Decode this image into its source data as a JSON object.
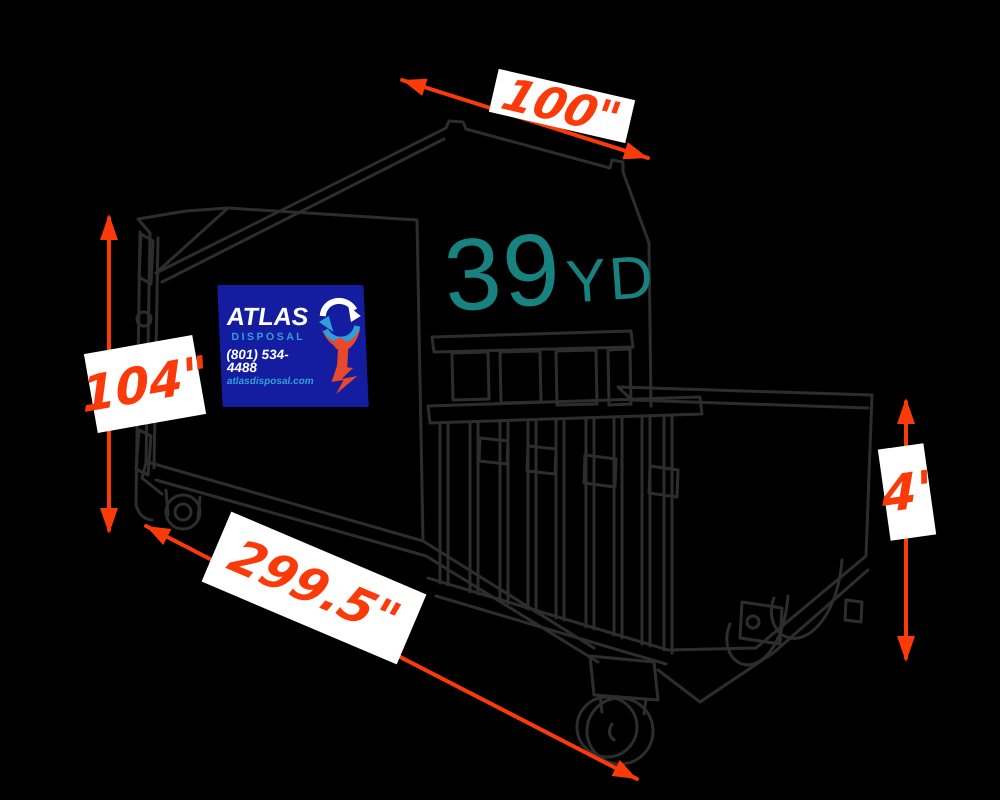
{
  "theme": {
    "bg": "#000000",
    "line": "#2d2d2d",
    "accent": "#fb3a0a",
    "teal": "#17827f",
    "label-bg": "#ffffff",
    "sign-bg": "#141da0",
    "sign-blue": "#2f9fd8",
    "logo-orange": "#e8492c",
    "white": "#ffffff"
  },
  "capacity": {
    "number": "39",
    "unit": "YD"
  },
  "dimensions": {
    "width_top": "100\"",
    "height_left": "104\"",
    "length_bottom": "299.5\"",
    "height_right": "4'"
  },
  "sign": {
    "brand": "ATLAS",
    "sub_brand": "DISPOSAL",
    "phone": "(801) 534-4488",
    "website": "atlasdisposal.com"
  }
}
